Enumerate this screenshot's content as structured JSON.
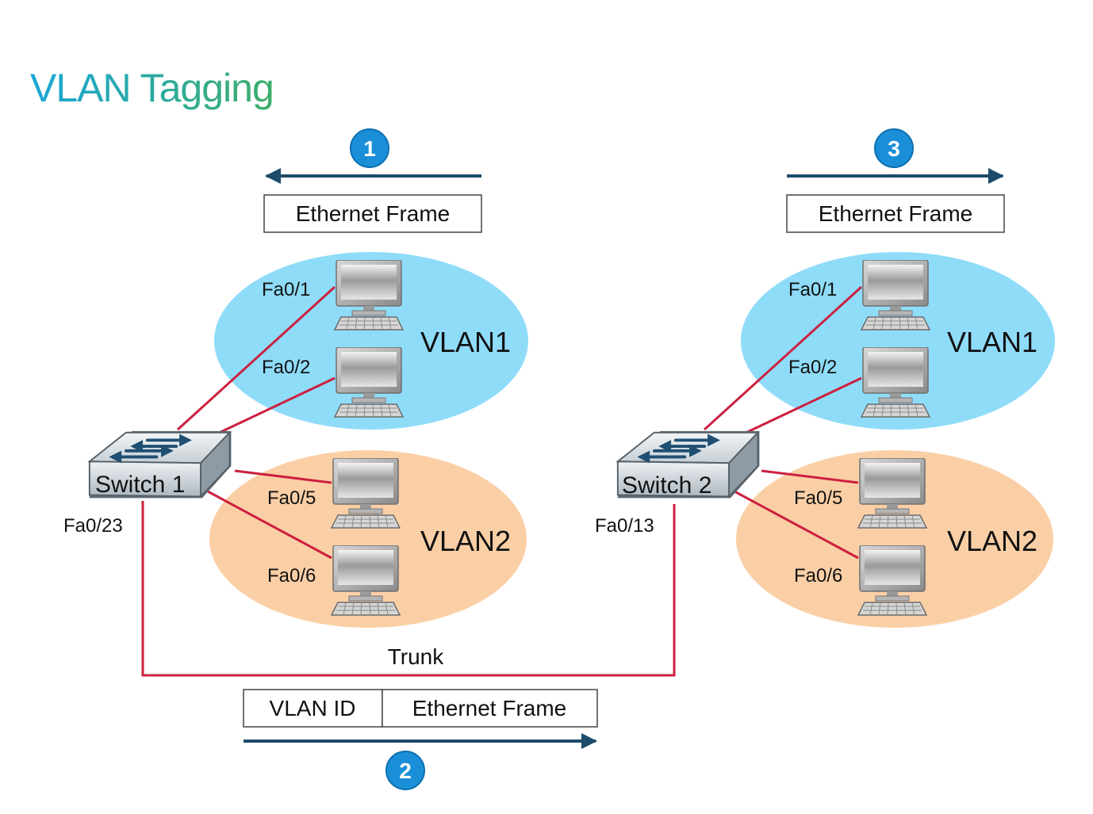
{
  "title": "VLAN Tagging",
  "colors": {
    "title_gradient_start": "#1aa7d8",
    "title_gradient_end": "#3eae6a",
    "vlan1_fill": "#8fdcf9",
    "vlan2_fill": "#fbcfa6",
    "link": "#cc2040",
    "arrow": "#1d4b6b",
    "badge": "#1a8fd8"
  },
  "steps": {
    "step1": {
      "number": "1",
      "frame_label": "Ethernet Frame"
    },
    "step2": {
      "number": "2",
      "vlan_id_label": "VLAN ID",
      "frame_label": "Ethernet Frame"
    },
    "step3": {
      "number": "3",
      "frame_label": "Ethernet Frame"
    }
  },
  "switch1": {
    "label": "Switch 1",
    "trunk_port": "Fa0/23",
    "vlan1": {
      "name": "VLAN1",
      "ports": [
        "Fa0/1",
        "Fa0/2"
      ]
    },
    "vlan2": {
      "name": "VLAN2",
      "ports": [
        "Fa0/5",
        "Fa0/6"
      ]
    }
  },
  "switch2": {
    "label": "Switch 2",
    "trunk_port": "Fa0/13",
    "vlan1": {
      "name": "VLAN1",
      "ports": [
        "Fa0/1",
        "Fa0/2"
      ]
    },
    "vlan2": {
      "name": "VLAN2",
      "ports": [
        "Fa0/5",
        "Fa0/6"
      ]
    }
  },
  "trunk_label": "Trunk",
  "icons": {
    "switch": "switch-icon",
    "pc": "pc-icon"
  }
}
